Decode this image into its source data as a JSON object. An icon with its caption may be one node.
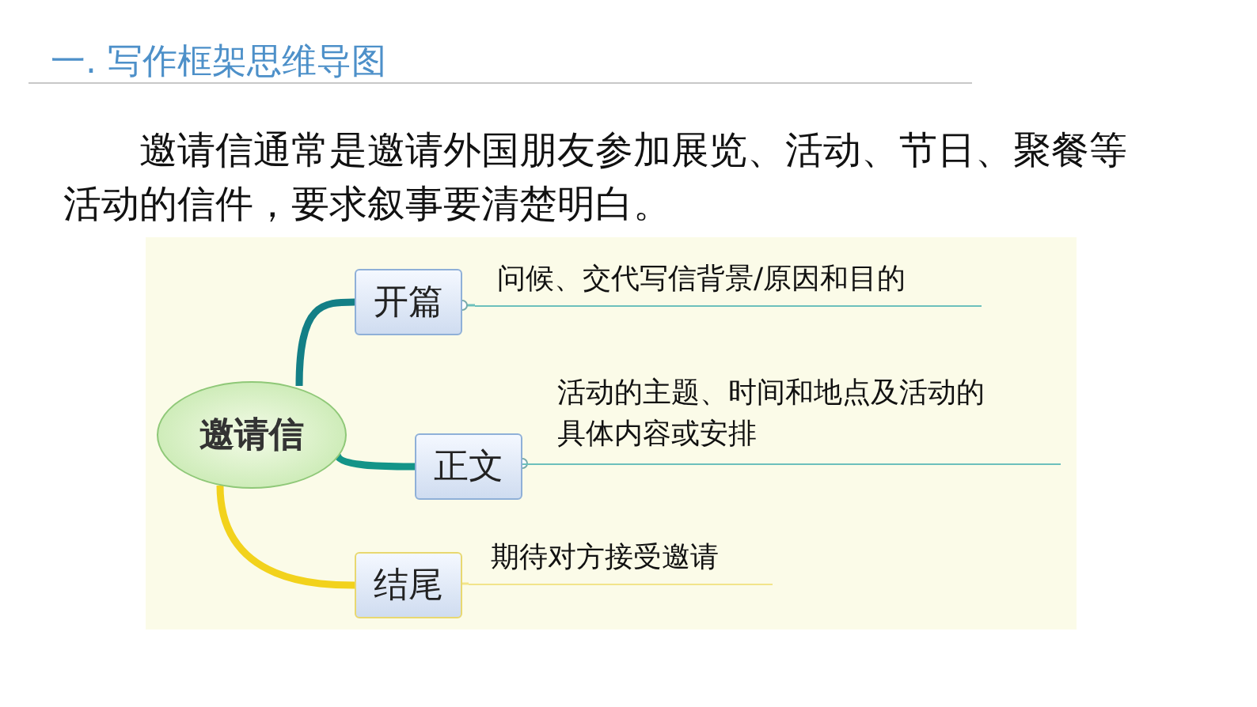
{
  "diagram": {
    "title": "一. 写作框架思维导图",
    "nodes": [
      {
        "text": [
          "邀请信"
        ]
      },
      {
        "text": [
          "开篇"
        ]
      },
      {
        "text": [
          "正文"
        ]
      },
      {
        "text": [
          "结尾"
        ]
      },
      {
        "text": [
          "问候、交代写信背景/原因和目的"
        ]
      },
      {
        "text": [
          "活动的主题、时间和地点及活动的具体内容或安排"
        ]
      },
      {
        "text": [
          "期待对方接受邀请"
        ]
      }
    ],
    "edges": [
      {
        "from": 0,
        "to": 1,
        "arrow": "none",
        "color": "#137f86",
        "style": "thick"
      },
      {
        "from": 0,
        "to": 2,
        "arrow": "none",
        "color": "#139488",
        "style": "thick"
      },
      {
        "from": 0,
        "to": 3,
        "arrow": "none",
        "color": "#f2d21c",
        "style": "thick"
      },
      {
        "from": 1,
        "to": 4,
        "arrow": "other"
      },
      {
        "from": 2,
        "to": 5,
        "arrow": "other"
      },
      {
        "from": 3,
        "to": 6,
        "arrow": "none",
        "color": "#f2e48a"
      }
    ],
    "labels": [
      "邀请信通常是邀请外国朋友参加展览、活动、节日、聚餐等活动的信件，要求叙事要清楚明白。"
    ]
  }
}
